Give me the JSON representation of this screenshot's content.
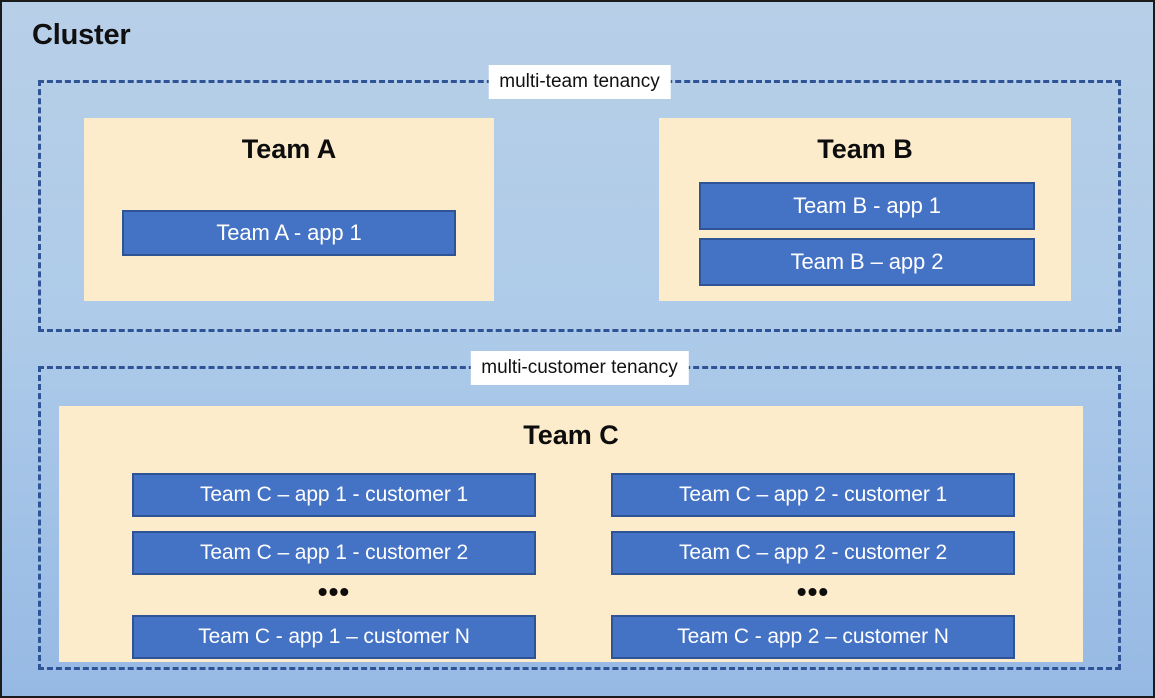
{
  "diagram": {
    "title": "Cluster",
    "background_top_color": "#b8cfe8",
    "background_bottom_color": "#96b9e4",
    "frame_border_color": "#1b1b1b"
  },
  "colors": {
    "dashed_border": "#2f5496",
    "team_fill": "#fceccb",
    "app_fill": "#4472c4",
    "app_border": "#2f5496",
    "app_text": "#ffffff",
    "label_background": "#ffffff",
    "heading_text": "#0d0d0d"
  },
  "tenancies": [
    {
      "id": "multi-team",
      "label": "multi-team tenancy"
    },
    {
      "id": "multi-customer",
      "label": "multi-customer tenancy"
    }
  ],
  "teams": {
    "team_a": {
      "title": "Team A",
      "apps": [
        {
          "label": "Team A - app 1"
        }
      ]
    },
    "team_b": {
      "title": "Team B",
      "apps": [
        {
          "label": "Team B - app 1"
        },
        {
          "label": "Team B – app 2"
        }
      ]
    },
    "team_c": {
      "title": "Team C",
      "ellipsis": "•••",
      "column_1": [
        {
          "label": "Team C – app 1 - customer 1"
        },
        {
          "label": "Team C – app 1 - customer 2"
        },
        {
          "label": "Team C - app 1 – customer N"
        }
      ],
      "column_2": [
        {
          "label": "Team C – app 2 - customer 1"
        },
        {
          "label": "Team C – app 2 - customer 2"
        },
        {
          "label": "Team C - app 2 – customer N"
        }
      ]
    }
  }
}
